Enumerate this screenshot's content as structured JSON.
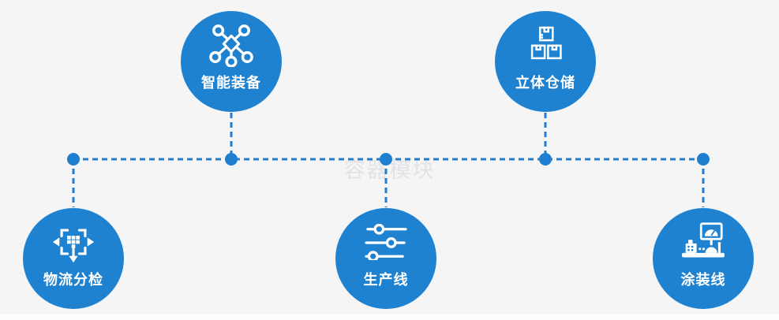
{
  "diagram": {
    "watermark": "容器模块",
    "nodes": [
      {
        "label": "智能装备",
        "icon": "network-nodes-icon",
        "position": "top-left"
      },
      {
        "label": "立体仓储",
        "icon": "stacked-boxes-icon",
        "position": "top-right"
      },
      {
        "label": "物流分检",
        "icon": "sort-distribute-icon",
        "position": "bottom-left"
      },
      {
        "label": "生产线",
        "icon": "sliders-icon",
        "position": "bottom-center"
      },
      {
        "label": "涂装线",
        "icon": "control-station-icon",
        "position": "bottom-right"
      }
    ],
    "connections": [
      "horizontal-bus y=202 from x=93 to x=891",
      "智能装备 -> bus",
      "立体仓储 -> bus",
      "物流分检 -> bus",
      "生产线 -> bus",
      "涂装线 -> bus"
    ]
  },
  "colors": {
    "node_blue": "#1f82d0",
    "connector_blue": "#1e7fd0",
    "background": "#f5f5f6",
    "watermark_gray": "#e3e3e7",
    "label_white": "#ffffff"
  }
}
